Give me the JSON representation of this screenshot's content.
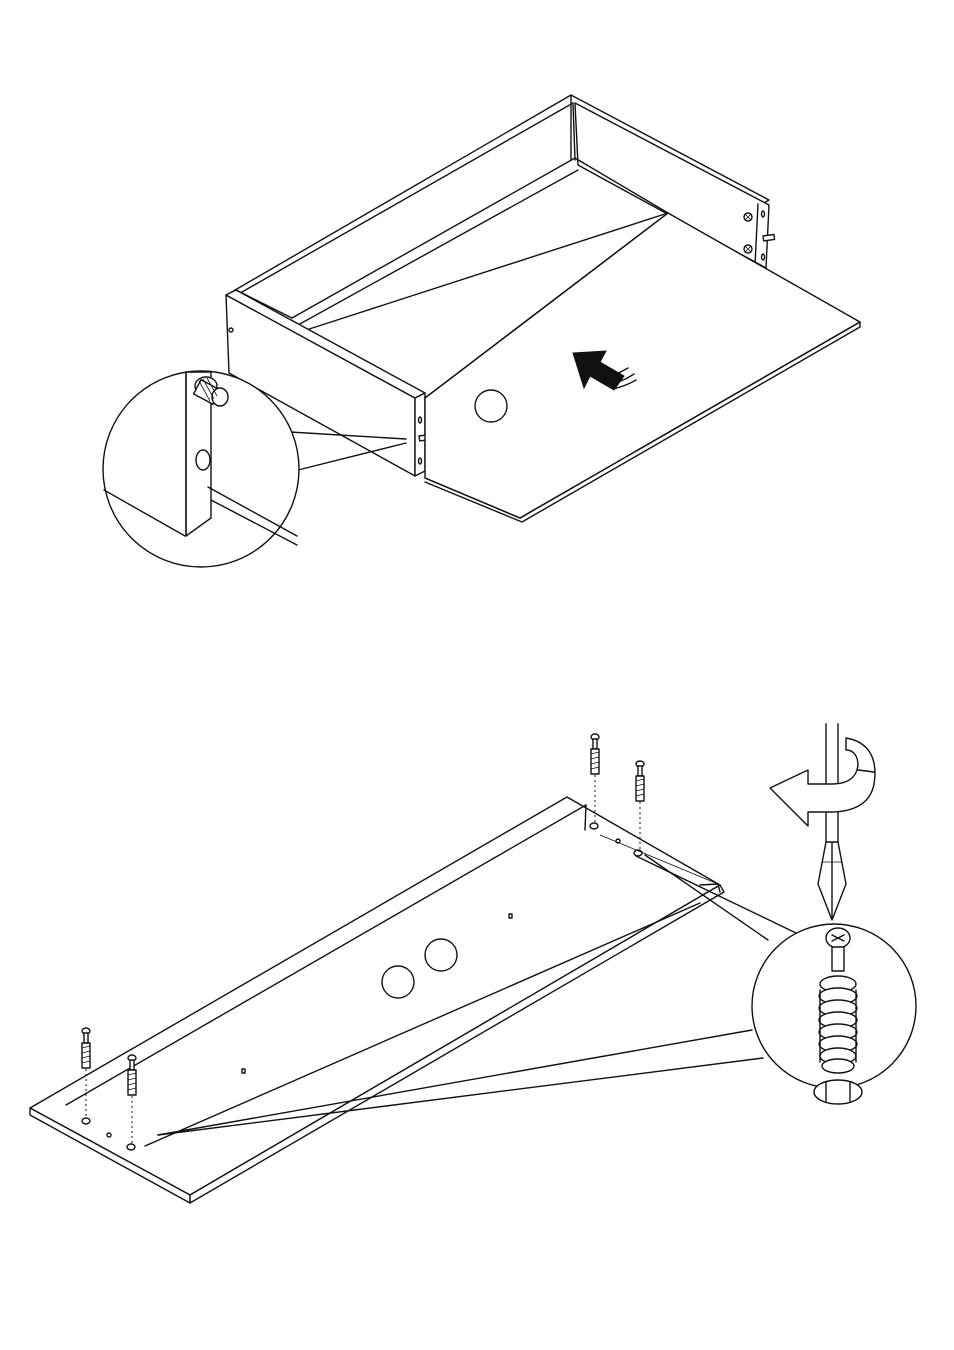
{
  "page": {
    "background": "#ffffff",
    "line_color": "#111111"
  },
  "steps": [
    {
      "name": "slide-in-drawer-bottom",
      "parts": [
        "drawer-box",
        "bottom-panel",
        "push-arrow",
        "detail-magnifier-dowel",
        "part-marker-circle"
      ]
    },
    {
      "name": "insert-cam-bolts",
      "parts": [
        "side-panel",
        "cam-bolt",
        "cam-bolt",
        "cam-bolt",
        "cam-bolt",
        "part-marker-circle",
        "part-marker-circle",
        "screwdriver",
        "rotation-arrow",
        "detail-magnifier-bolt"
      ]
    }
  ]
}
